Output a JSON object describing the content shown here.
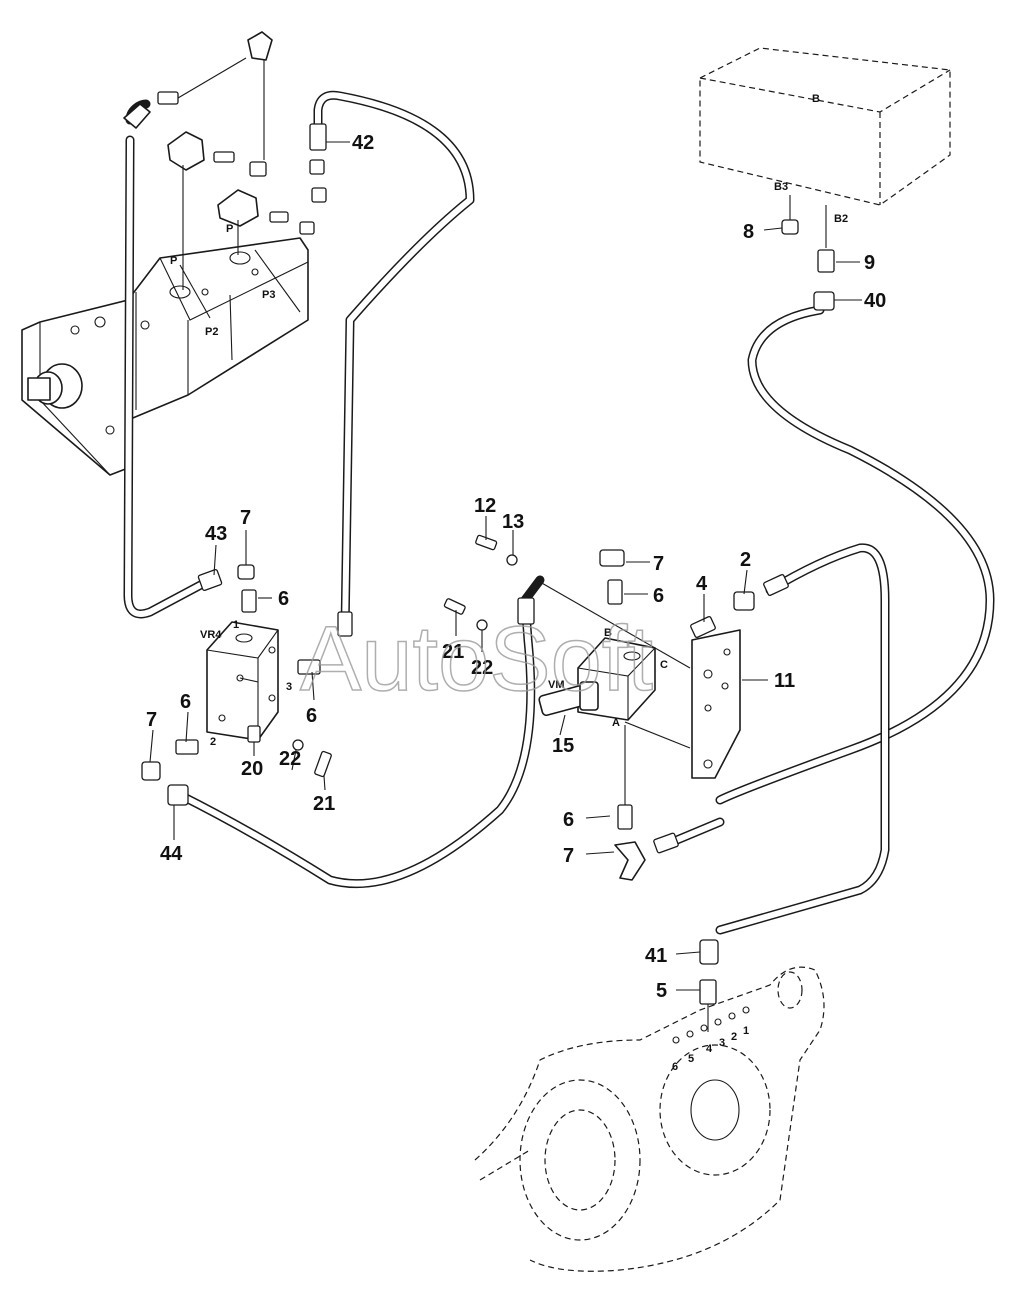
{
  "watermark": "AutoSoft",
  "callouts": {
    "c42": "42",
    "c8": "8",
    "c9": "9",
    "c40": "40",
    "c43": "43",
    "c7a": "7",
    "c6a": "6",
    "c12": "12",
    "c13": "13",
    "c7b": "7",
    "c6b": "6",
    "c4": "4",
    "c2": "2",
    "c21a": "21",
    "c22a": "22",
    "c11": "11",
    "c15": "15",
    "c6c": "6",
    "c7c": "7",
    "c6d": "6",
    "c20": "20",
    "c22b": "22",
    "c21b": "21",
    "c44": "44",
    "c6e": "6",
    "c7d": "7",
    "c41": "41",
    "c5": "5"
  },
  "ports": {
    "pump_p_upper": "P",
    "pump_p_lower": "P",
    "pump_p2": "P2",
    "pump_p3": "P3",
    "box_b": "B",
    "b3": "B3",
    "b2": "B2",
    "vr4": "VR4",
    "vr4_1": "1",
    "vr4_2": "2",
    "vr4_3": "3",
    "vm": "VM",
    "vm_b": "B",
    "vm_c": "C",
    "vm_a": "A",
    "plate_1": "1",
    "plate_2": "2",
    "plate_3": "3",
    "plate_4": "4",
    "plate_5": "5",
    "plate_6": "6"
  }
}
